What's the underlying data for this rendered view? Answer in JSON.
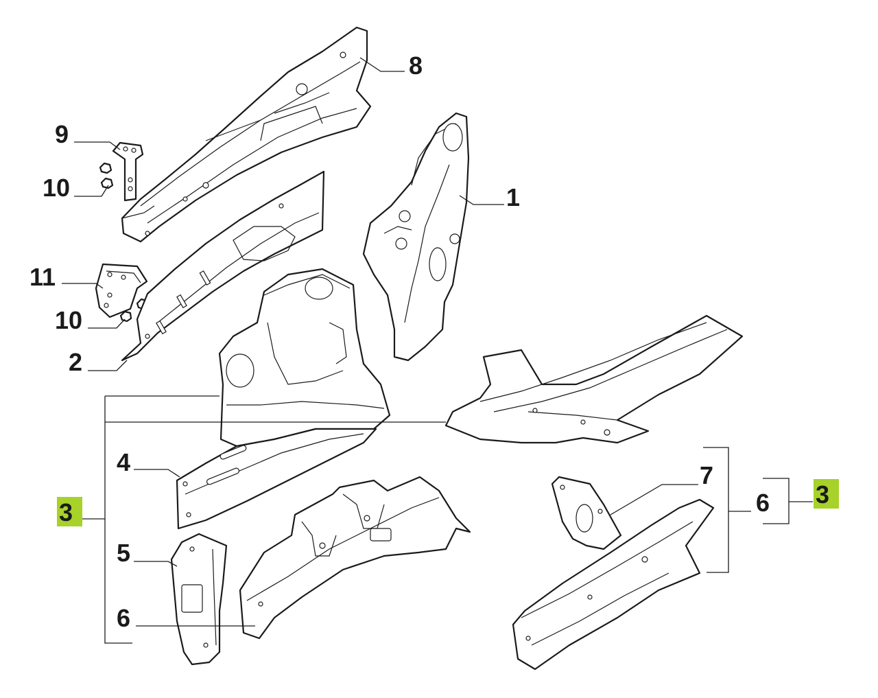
{
  "diagram": {
    "accent_color": "#a6d22a",
    "callouts": {
      "c1": "1",
      "c2": "2",
      "c3_left": "3",
      "c3_right": "3",
      "c4": "4",
      "c5": "5",
      "c6_bottom": "6",
      "c6_right": "6",
      "c7": "7",
      "c8": "8",
      "c9": "9",
      "c10_top": "10",
      "c10_bottom": "10",
      "c11": "11"
    }
  }
}
